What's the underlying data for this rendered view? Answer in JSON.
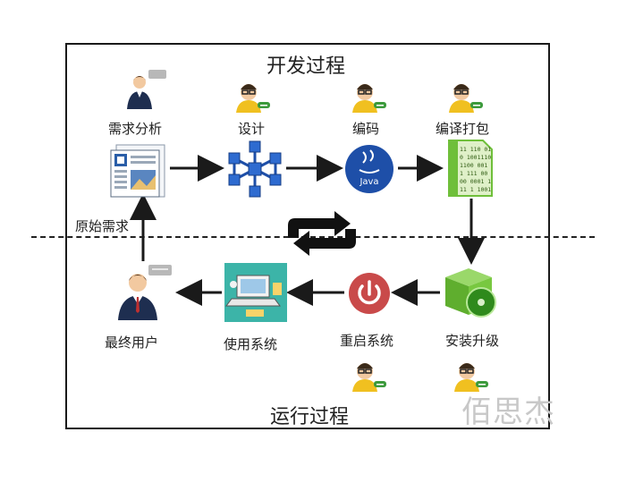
{
  "titles": {
    "dev": "开发过程",
    "run": "运行过程"
  },
  "nodes": {
    "requirements": "需求分析",
    "design": "设计",
    "coding": "编码",
    "build": "编译打包",
    "install": "安装升级",
    "restart": "重启系统",
    "use": "使用系统",
    "end_user": "最终用户",
    "raw_req": "原始需求"
  },
  "code_lines": [
    "11 110 01",
    "0 1001110",
    "1100 001",
    "1 111 00",
    "00 0001 1",
    "11 1 1001"
  ],
  "java_label": "Java",
  "watermark": "佰思杰",
  "colors": {
    "accent_blue": "#1e4fa8",
    "green": "#6fbf3a",
    "red": "#c94a4a",
    "teal": "#3cb4a8"
  }
}
